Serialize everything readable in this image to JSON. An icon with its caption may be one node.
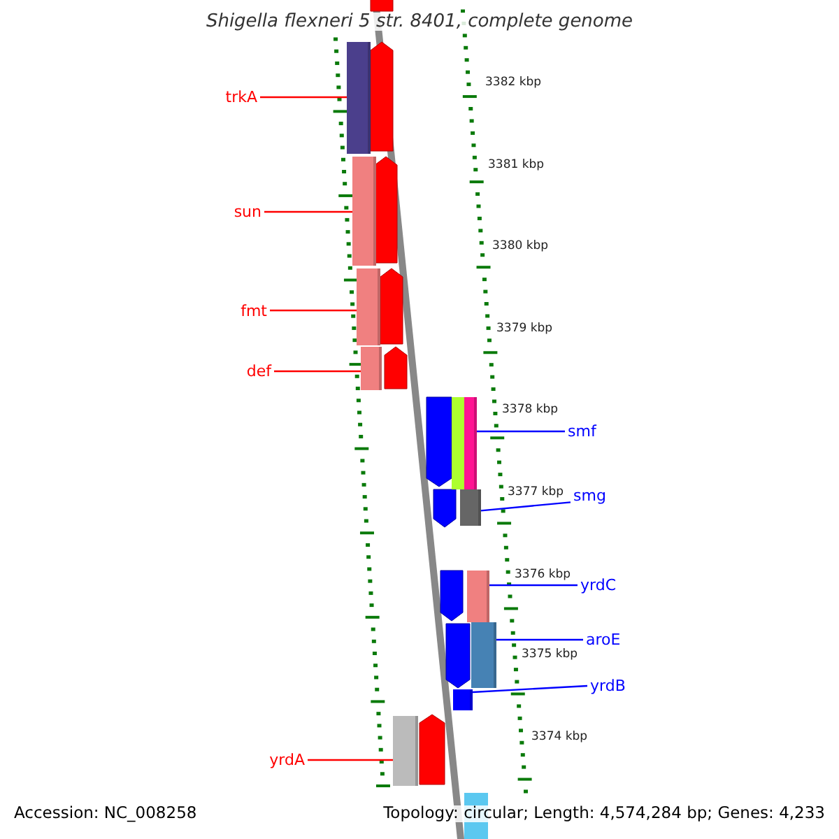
{
  "diagram": {
    "title": "Shigella flexneri 5 str. 8401, complete genome",
    "nodes": [
      {
        "text": [
          "trkA"
        ]
      },
      {
        "text": [],
        "shape": "bar"
      },
      {
        "text": [
          "sun"
        ]
      },
      {
        "text": [],
        "shape": "bar"
      },
      {
        "text": [
          "fmt"
        ]
      },
      {
        "text": [],
        "shape": "bar"
      },
      {
        "text": [
          "def"
        ]
      },
      {
        "text": [],
        "shape": "bar"
      },
      {
        "text": [
          "smf"
        ]
      },
      {
        "text": [],
        "shape": "bar"
      },
      {
        "text": [
          "smg"
        ]
      },
      {
        "text": [],
        "shape": "bar"
      },
      {
        "text": [
          "yrdC"
        ]
      },
      {
        "text": [],
        "shape": "bar"
      },
      {
        "text": [
          "aroE"
        ]
      },
      {
        "text": [],
        "shape": "bar"
      },
      {
        "text": [
          "yrdB"
        ]
      },
      {
        "text": [],
        "shape": "bar"
      },
      {
        "text": [
          "yrdA"
        ]
      },
      {
        "text": [],
        "shape": "bar"
      }
    ],
    "edges": [
      {
        "from": 0,
        "to": 1,
        "arrow": "none",
        "color": "#ff0000"
      },
      {
        "from": 2,
        "to": 3,
        "arrow": "none",
        "color": "#ff0000"
      },
      {
        "from": 4,
        "to": 5,
        "arrow": "none",
        "color": "#ff0000"
      },
      {
        "from": 6,
        "to": 7,
        "arrow": "none",
        "color": "#ff0000"
      },
      {
        "from": 8,
        "to": 9,
        "arrow": "none",
        "color": "#0000ff"
      },
      {
        "from": 10,
        "to": 11,
        "arrow": "none",
        "color": "#0000ff"
      },
      {
        "from": 12,
        "to": 13,
        "arrow": "none",
        "color": "#0000ff"
      },
      {
        "from": 14,
        "to": 15,
        "arrow": "none",
        "color": "#0000ff"
      },
      {
        "from": 16,
        "to": 17,
        "arrow": "none",
        "color": "#0000ff"
      },
      {
        "from": 18,
        "to": 19,
        "arrow": "none",
        "color": "#ff0000"
      }
    ],
    "labels": [
      "3382 kbp",
      "3381 kbp",
      "3380 kbp",
      "3379 kbp",
      "3378 kbp",
      "3377 kbp",
      "3376 kbp",
      "3375 kbp",
      "3374 kbp",
      "Accession: NC_008258",
      "Topology: circular; Length: 4,574,284 bp; Genes: 4,233"
    ]
  }
}
